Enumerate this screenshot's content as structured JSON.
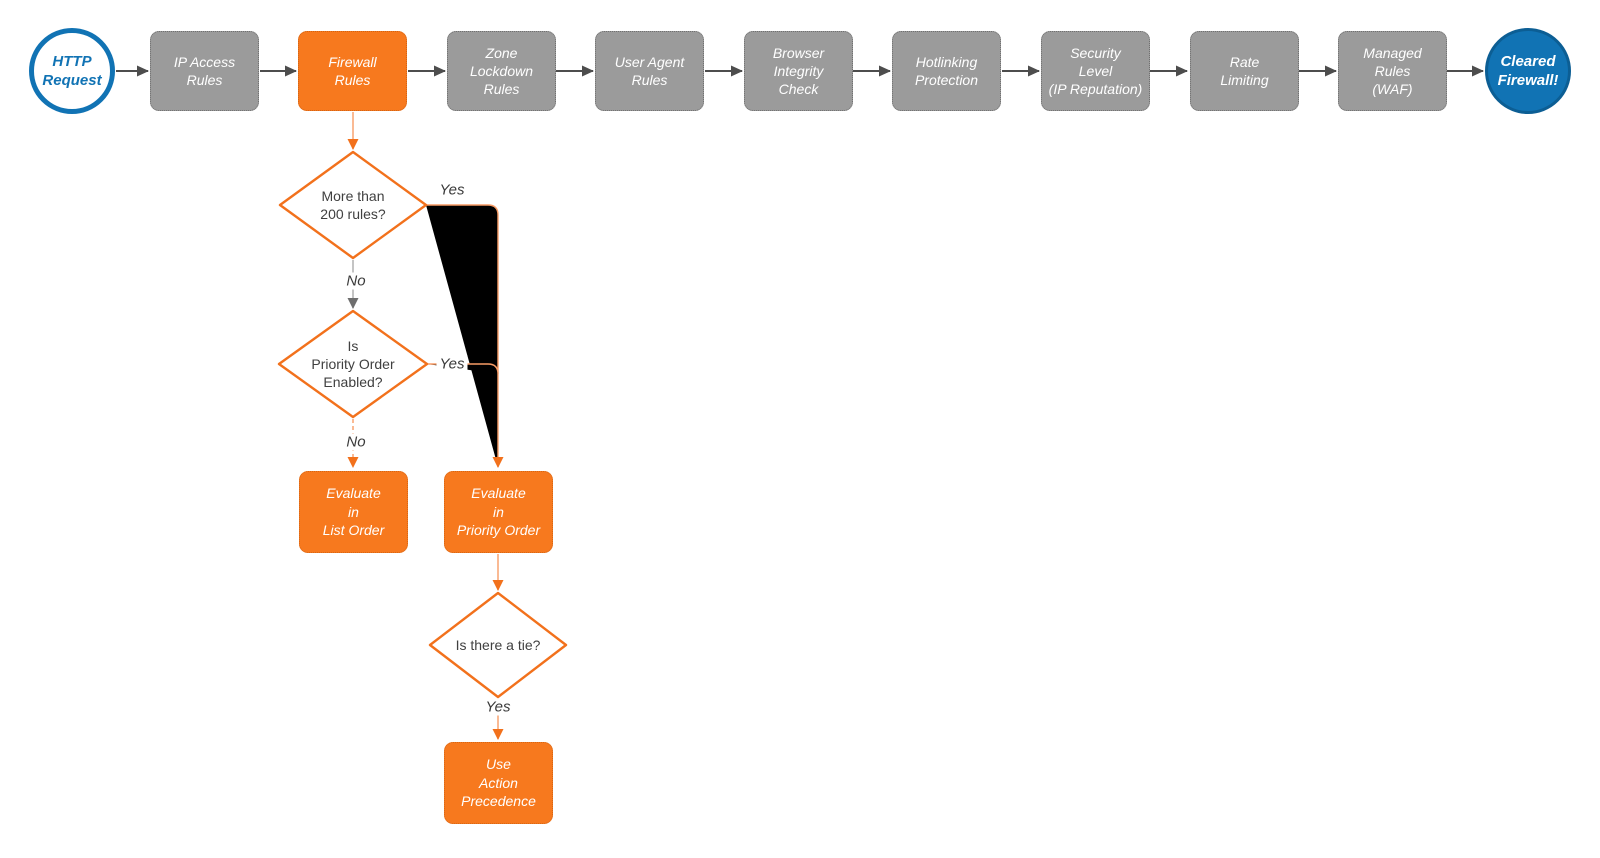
{
  "flow": {
    "start_label": "HTTP\nRequest",
    "end_label": "Cleared\nFirewall!",
    "stages": [
      {
        "label": "IP Access\nRules"
      },
      {
        "label": "Firewall\nRules"
      },
      {
        "label": "Zone\nLockdown\nRules"
      },
      {
        "label": "User Agent\nRules"
      },
      {
        "label": "Browser\nIntegrity\nCheck"
      },
      {
        "label": "Hotlinking\nProtection"
      },
      {
        "label": "Security\nLevel\n(IP Reputation)"
      },
      {
        "label": "Rate\nLimiting"
      },
      {
        "label": "Managed\nRules\n(WAF)"
      }
    ]
  },
  "decisions": {
    "more_than_200_rules": {
      "question": "More than\n200 rules?",
      "yes_label": "Yes",
      "no_label": "No"
    },
    "priority_order_enabled": {
      "question": "Is\nPriority Order\nEnabled?",
      "yes_label": "Yes",
      "no_label": "No"
    },
    "is_there_a_tie": {
      "question": "Is there a tie?",
      "yes_label": "Yes"
    }
  },
  "actions": {
    "evaluate_list_order": {
      "label": "Evaluate\nin\nList Order"
    },
    "evaluate_priority_order": {
      "label": "Evaluate\nin\nPriority Order"
    },
    "use_action_precedence": {
      "label": "Use\nAction\nPrecedence"
    }
  },
  "colors": {
    "orange": "#F7791E",
    "orange_stroke": "#F2711C",
    "line_orange": "#F79C66",
    "gray": "#9B9B9B",
    "line_gray": "#ABABAB",
    "arrow_gray": "#6E6E6E",
    "arrow_dark": "#4D4D4D",
    "blue": "#1173B4",
    "blue_dark": "#0C5E94"
  }
}
